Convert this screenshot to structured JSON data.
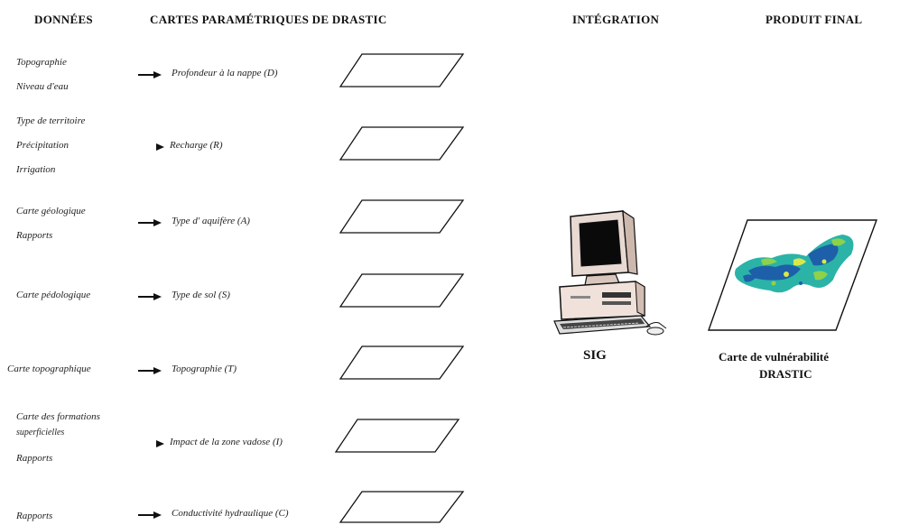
{
  "headers": {
    "donnees": "DONNÉES",
    "cartes": "CARTES PARAMÉTRIQUES DE DRASTIC",
    "integration": "INTÉGRATION",
    "produit": "PRODUIT FINAL"
  },
  "rows": [
    {
      "data": [
        "Topographie",
        "Niveau d'eau"
      ],
      "param": "Profondeur à la nappe (D)"
    },
    {
      "data": [
        "Type de territoire",
        "Précipitation",
        "Irrigation"
      ],
      "param": "Recharge (R)"
    },
    {
      "data": [
        "Carte géologique",
        "Rapports"
      ],
      "param": "Type d' aquifère (A)"
    },
    {
      "data": [
        "Carte pédologique"
      ],
      "param": "Type de sol (S)"
    },
    {
      "data": [
        "Carte topographique"
      ],
      "param": "Topographie (T)"
    },
    {
      "data": [
        "Carte des formations",
        "superficielles",
        "Rapports"
      ],
      "param": "Impact de la zone vadose (I)"
    },
    {
      "data": [
        "Rapports"
      ],
      "param": "Conductivité hydraulique (C)"
    }
  ],
  "integration": {
    "label": "SIG",
    "icon": "computer-icon"
  },
  "final": {
    "line1": "Carte de vulnérabilité",
    "line2": "DRASTIC",
    "icon": "vulnerability-map-icon"
  }
}
